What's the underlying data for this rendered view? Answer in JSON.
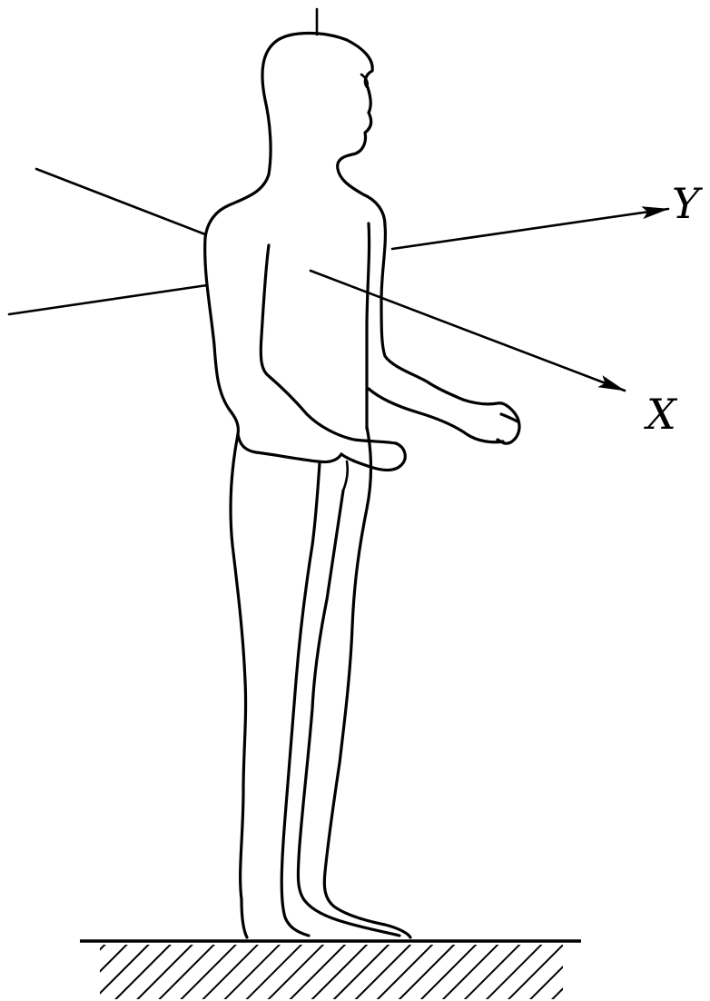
{
  "figure": {
    "axes": [
      {
        "id": "x",
        "label": "X"
      },
      {
        "id": "y",
        "label": "Y"
      }
    ],
    "colors": {
      "ink": "#000000",
      "background": "#ffffff"
    }
  }
}
